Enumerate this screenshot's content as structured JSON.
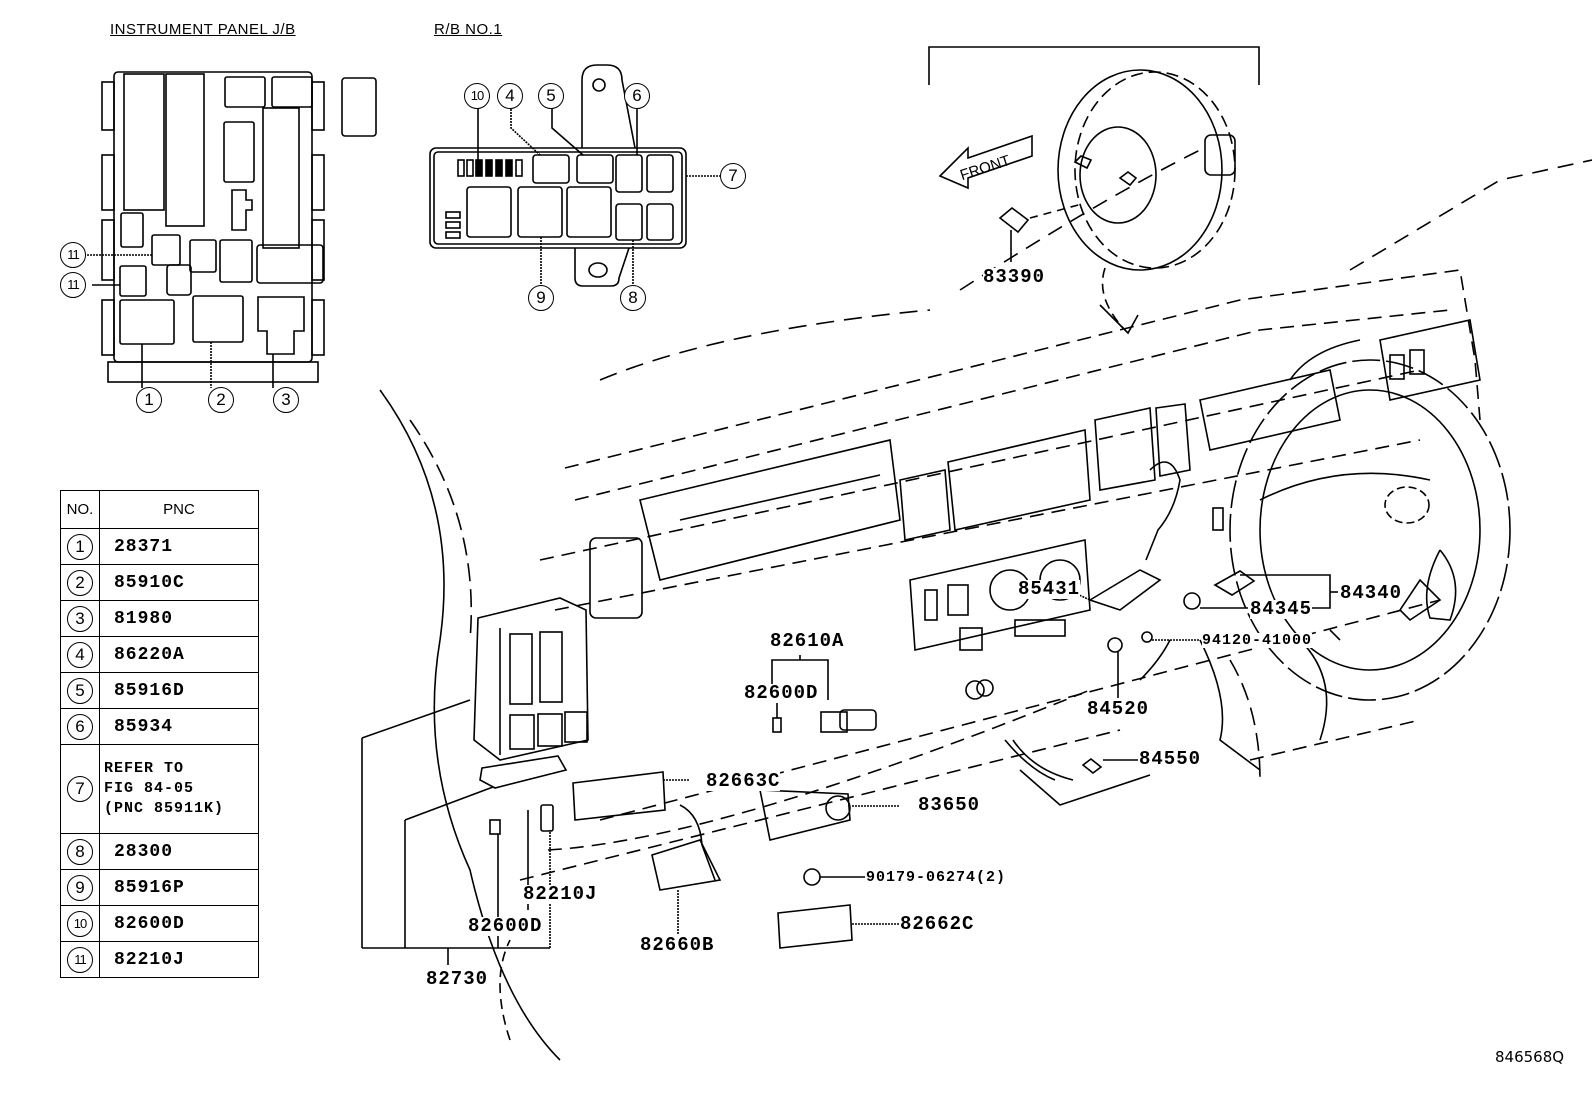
{
  "titles": {
    "instrument_panel_jb": "INSTRUMENT PANEL J/B",
    "rb_no1": "R/B NO.1"
  },
  "callouts": {
    "c1": "1",
    "c2": "2",
    "c3": "3",
    "c4": "4",
    "c5": "5",
    "c6": "6",
    "c7": "7",
    "c8": "8",
    "c9": "9",
    "c10": "10",
    "c11a": "11",
    "c11b": "11"
  },
  "legend_table": {
    "headers": {
      "no": "NO.",
      "pnc": "PNC"
    },
    "rows": [
      {
        "no": "1",
        "pnc": "28371"
      },
      {
        "no": "2",
        "pnc": "85910C"
      },
      {
        "no": "3",
        "pnc": "81980"
      },
      {
        "no": "4",
        "pnc": "86220A"
      },
      {
        "no": "5",
        "pnc": "85916D"
      },
      {
        "no": "6",
        "pnc": "85934"
      },
      {
        "no": "7",
        "pnc": "REFER TO\nFIG 84-05\n(PNC 85911K)"
      },
      {
        "no": "8",
        "pnc": "28300"
      },
      {
        "no": "9",
        "pnc": "85916P"
      },
      {
        "no": "10",
        "pnc": "82600D"
      },
      {
        "no": "11",
        "pnc": "82210J"
      }
    ]
  },
  "front_arrow_label": "FRONT",
  "part_labels": {
    "p83390": "83390",
    "p85431": "85431",
    "p84340": "84340",
    "p84345": "84345",
    "p94120": "94120-41000",
    "p82610A": "82610A",
    "p82600D_top": "82600D",
    "p84520": "84520",
    "p84550": "84550",
    "p82663C": "82663C",
    "p83650": "83650",
    "p82210J": "82210J",
    "p90179": "90179-06274(2)",
    "p82600D_bottom": "82600D",
    "p82660B": "82660B",
    "p82662C": "82662C",
    "p82730": "82730"
  },
  "figure_code": "846568Q"
}
